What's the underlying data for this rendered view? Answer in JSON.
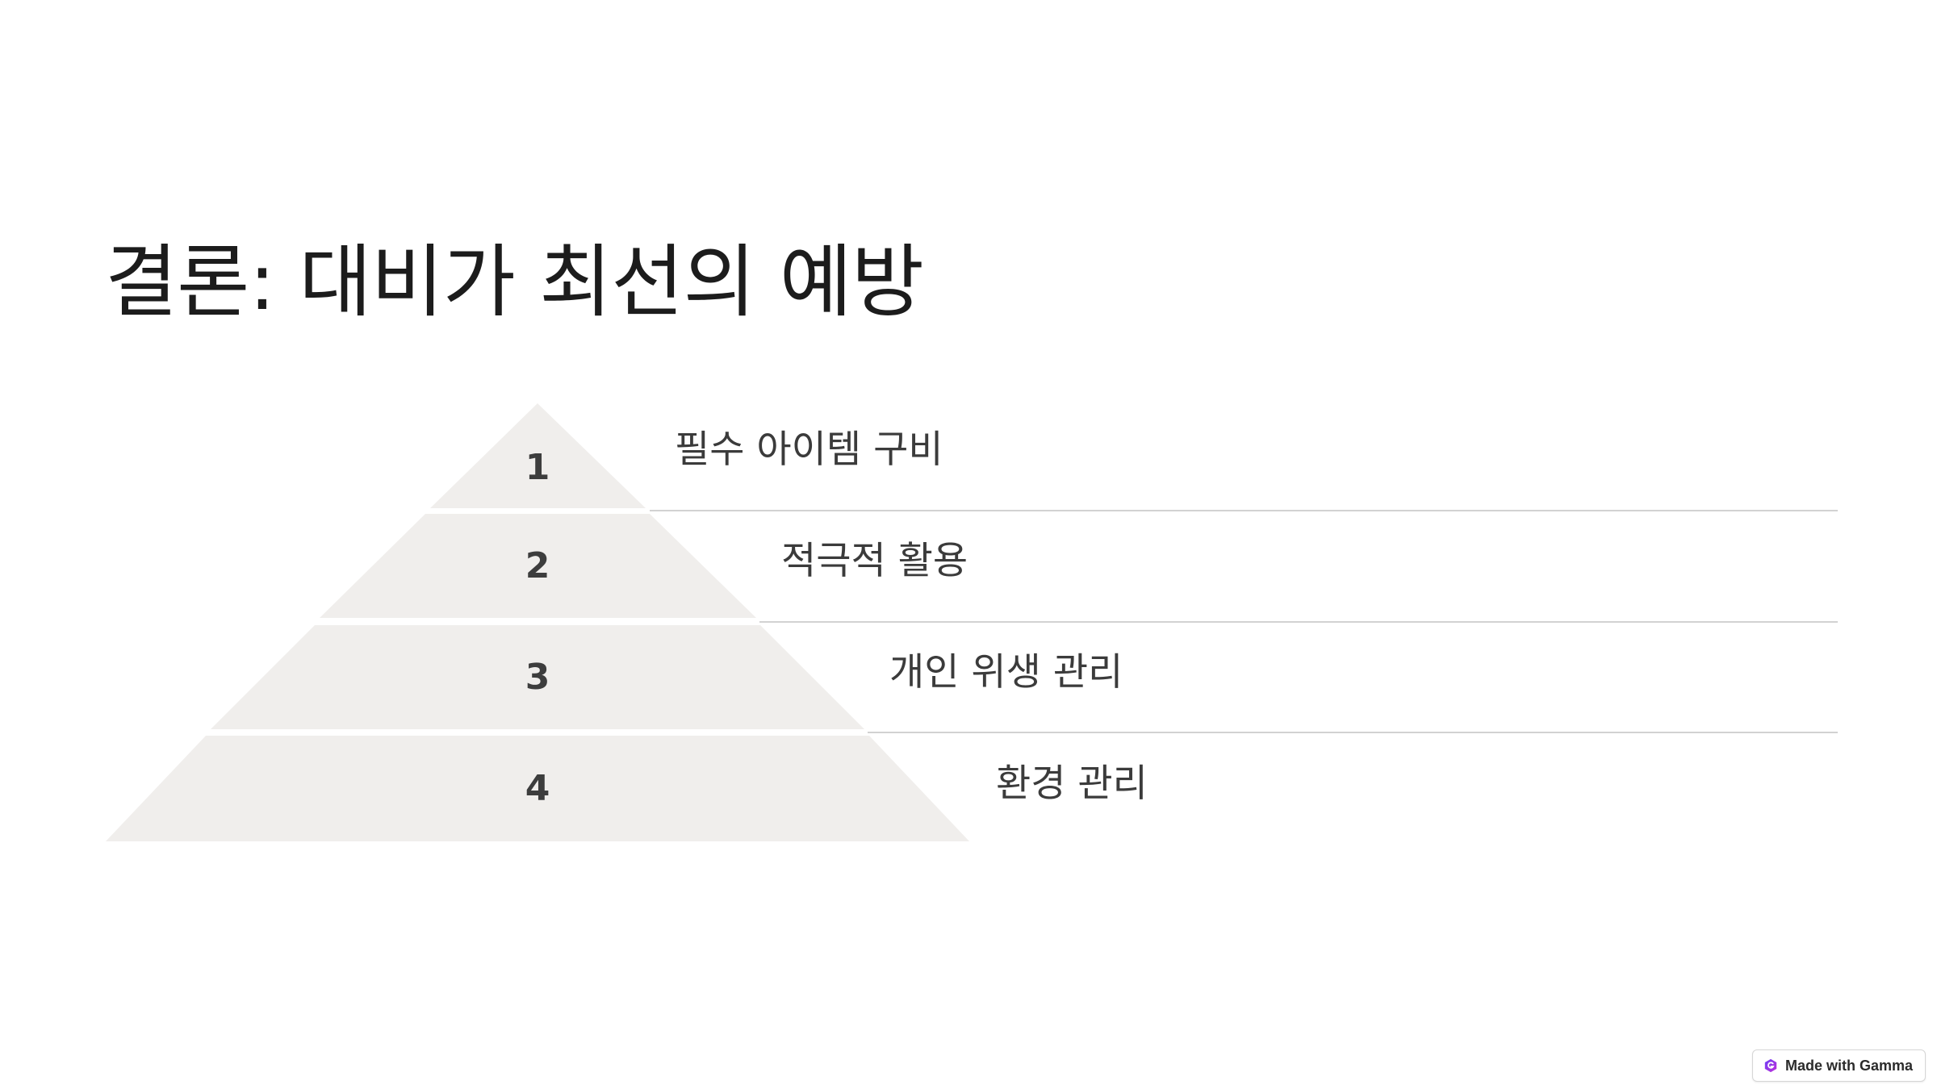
{
  "title": "결론: 대비가 최선의 예방",
  "pyramid": {
    "tiers": [
      {
        "number": "1",
        "label": "필수 아이템 구비"
      },
      {
        "number": "2",
        "label": "적극적 활용"
      },
      {
        "number": "3",
        "label": "개인 위생 관리"
      },
      {
        "number": "4",
        "label": "환경 관리"
      }
    ]
  },
  "badge": {
    "label": "Made with Gamma",
    "icon": "gamma-logo-icon"
  },
  "colors": {
    "tier_fill": "#f0eeec",
    "divider": "#d2d2d2",
    "title": "#1c1c1c",
    "text": "#3b3b3b",
    "logo_gradient": [
      "#6b3ef5",
      "#c02fd9"
    ]
  }
}
